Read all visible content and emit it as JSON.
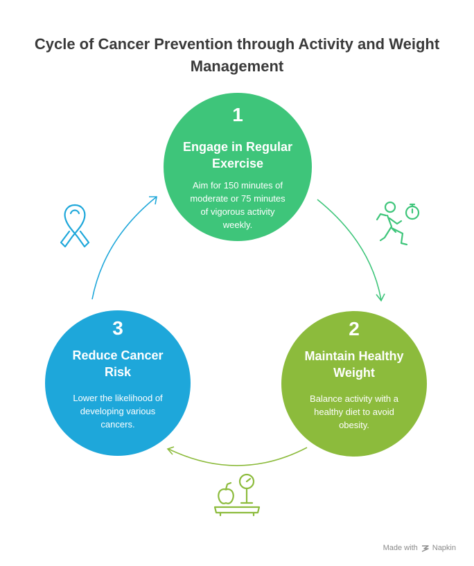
{
  "title": {
    "line1": "Cycle of Cancer Prevention through Activity and Weight",
    "line2": "Management"
  },
  "steps": [
    {
      "number": "1",
      "heading_line1": "Engage in Regular",
      "heading_line2": "Exercise",
      "desc_lines": [
        "Aim for 150 minutes of",
        "moderate or 75 minutes",
        "of vigorous activity",
        "weekly."
      ],
      "color": "#3ec57a",
      "icon": "running-stopwatch-icon"
    },
    {
      "number": "2",
      "heading_line1": "Maintain Healthy",
      "heading_line2": "Weight",
      "desc_lines": [
        "Balance activity with a",
        "healthy diet to avoid",
        "obesity."
      ],
      "color": "#8cbb3c",
      "icon": "apple-scale-icon"
    },
    {
      "number": "3",
      "heading_line1": "Reduce Cancer",
      "heading_line2": "Risk",
      "desc_lines": [
        "Lower the likelihood of",
        "developing various",
        "cancers."
      ],
      "color": "#1ea7da",
      "icon": "awareness-ribbon-icon"
    }
  ],
  "footer": {
    "made_with": "Made with",
    "brand": "Napkin"
  }
}
